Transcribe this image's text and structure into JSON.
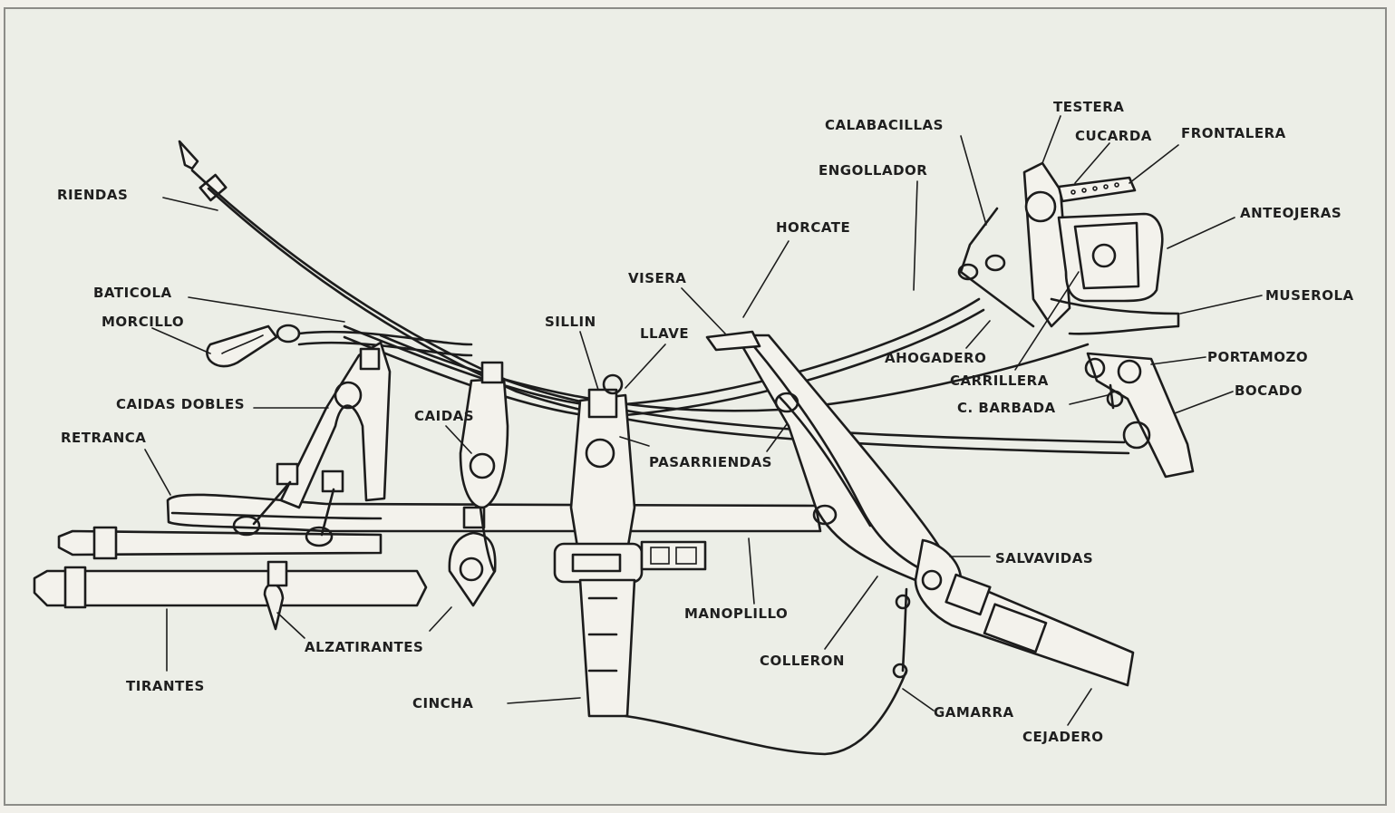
{
  "labels": {
    "riendas": "RIENDAS",
    "baticola": "BATICOLA",
    "morcillo": "MORCILLO",
    "caidas_dobles": "CAIDAS DOBLES",
    "retranca": "RETRANCA",
    "caidas": "CAIDAS",
    "sillin": "SILLIN",
    "llave": "LLAVE",
    "visera": "VISERA",
    "horcate": "HORCATE",
    "engollador": "ENGOLLADOR",
    "calabacillas": "CALABACILLAS",
    "testera": "TESTERA",
    "cucarda": "CUCARDA",
    "frontalera": "FRONTALERA",
    "anteojeras": "ANTEOJERAS",
    "muserola": "MUSEROLA",
    "portamozo": "PORTAMOZO",
    "bocado": "BOCADO",
    "ahogadero": "AHOGADERO",
    "carrillera": "CARRILLERA",
    "c_barbada": "C. BARBADA",
    "pasarriendas": "PASARRIENDAS",
    "salvavidas": "SALVAVIDAS",
    "manoplillo": "MANOPLILLO",
    "colleron": "COLLERON",
    "alzatirantes": "ALZATIRANTES",
    "tirantes": "TIRANTES",
    "cincha": "CINCHA",
    "gamarra": "GAMARRA",
    "cejadero": "CEJADERO"
  },
  "colors": {
    "paper": "#eceee7",
    "ink": "#1c1c1c",
    "border": "#8c8c88"
  }
}
